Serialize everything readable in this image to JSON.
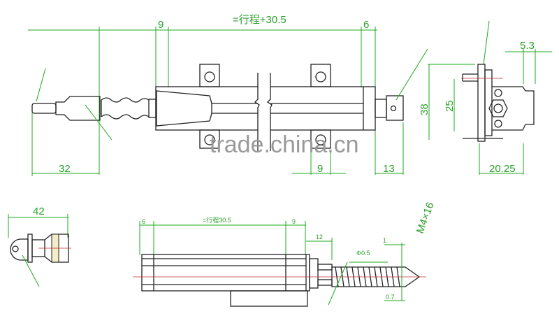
{
  "watermark": "trade.china.cn",
  "top_view": {
    "dims": {
      "stroke_length": "=行程+30.5",
      "left_gap": "9",
      "right_gap": "6",
      "rod_end": "32",
      "mount_width": "9",
      "end_block": "13"
    }
  },
  "side_view": {
    "dims": {
      "offset": "5.3",
      "height": "38",
      "inner": "25",
      "depth": "20.25"
    },
    "thread_label": "M4×16"
  },
  "bottom_left_view": {
    "dims": {
      "length": "42"
    }
  },
  "bottom_view": {
    "dims": {
      "left": "6",
      "stroke_length": "=行程30.5",
      "right": "9",
      "screw": "12",
      "diameter": "Φ0.5",
      "tip": "1",
      "tip_offset": "0.7"
    }
  },
  "colors": {
    "dimension": "#1fa81f",
    "outline": "#222222",
    "centerline": "#c03030"
  }
}
